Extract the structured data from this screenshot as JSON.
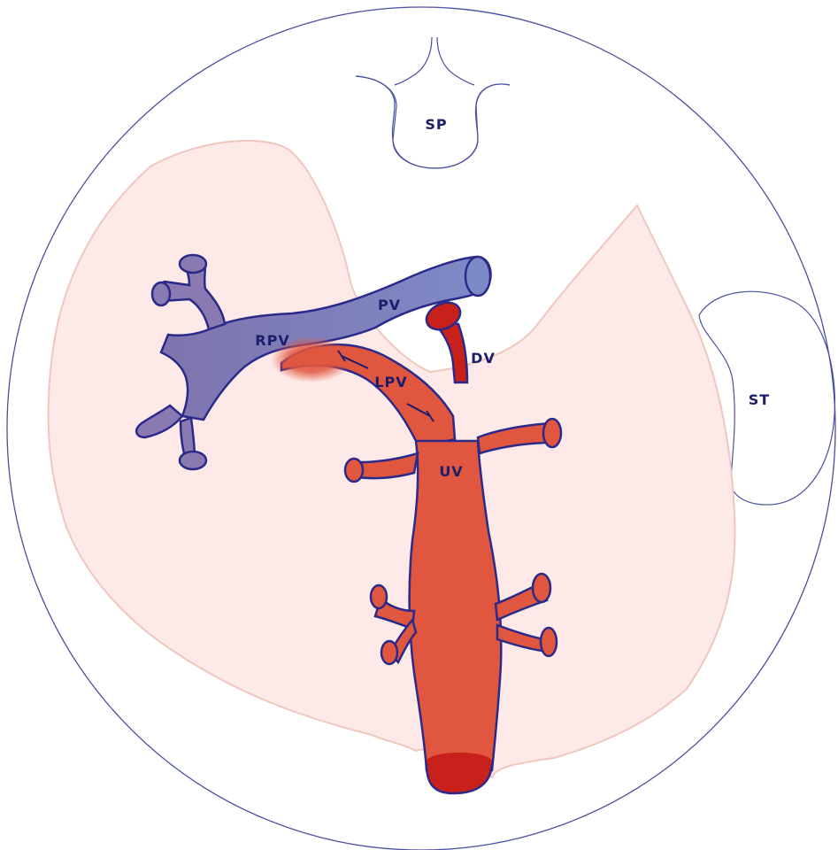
{
  "labels": {
    "sp": "SP",
    "st": "ST",
    "pv": "PV",
    "rpv": "RPV",
    "lpv": "LPV",
    "dv": "DV",
    "uv": "UV"
  },
  "colors": {
    "outline": "#4a4fa0",
    "liver_fill": "#fdeae8",
    "liver_stroke": "#f0c6be",
    "vein_blue": "#7f83c4",
    "vein_purple": "#8a7ab2",
    "vein_red": "#e0563f",
    "vein_dark_red": "#c8201a",
    "vessel_stroke": "#2b2a8a",
    "label_text": "#1b1d6b"
  }
}
